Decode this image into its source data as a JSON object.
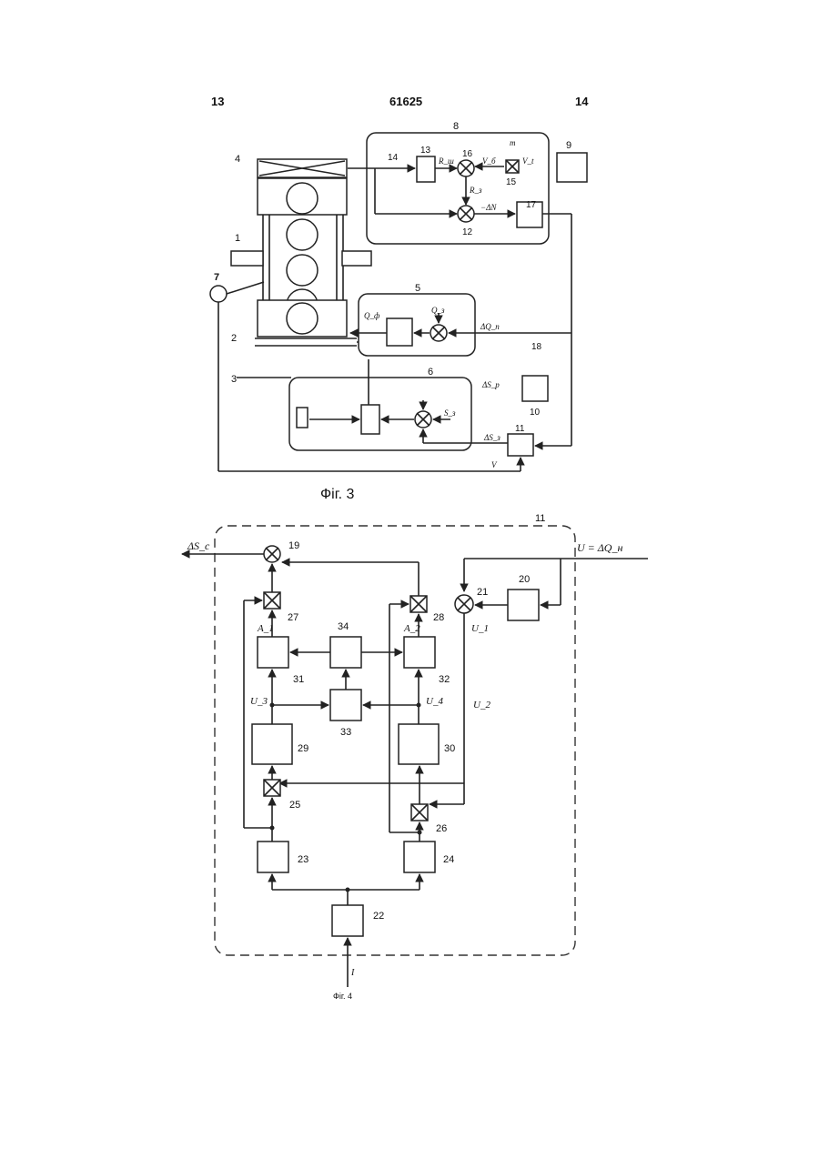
{
  "header": {
    "page_left": "13",
    "patent_number": "61625",
    "page_right": "14"
  },
  "fig3": {
    "caption": "Фіг. 3",
    "numbers": [
      "1",
      "2",
      "3",
      "4",
      "5",
      "6",
      "7",
      "8",
      "9",
      "10",
      "11",
      "12",
      "13",
      "14",
      "15",
      "16",
      "17",
      "18"
    ],
    "signals": {
      "R_sh": "R_ш",
      "R_z": "R_з",
      "dN": "−ΔN",
      "V_b": "V_б",
      "V_t": "V_t",
      "m": "m",
      "Q_f": "Q_ф",
      "Q_z": "Q_з",
      "dQ_n": "ΔQ_n",
      "dS_p": "ΔS_p",
      "dS_z": "ΔS_з",
      "S_z": "S_з",
      "V": "V"
    }
  },
  "fig4": {
    "caption": "Фіг. 4",
    "block_labels": [
      "19",
      "20",
      "21",
      "22",
      "23",
      "24",
      "25",
      "26",
      "27",
      "28",
      "29",
      "30",
      "31",
      "32",
      "33",
      "34",
      "11"
    ],
    "signals": {
      "output": "ΔS_c",
      "input": "U = ΔQ_н",
      "U1": "U_1",
      "U2": "U_2",
      "U3": "U_3",
      "U4": "U_4",
      "A1": "A_1",
      "A2": "A_2",
      "bottom_input": "I"
    }
  }
}
